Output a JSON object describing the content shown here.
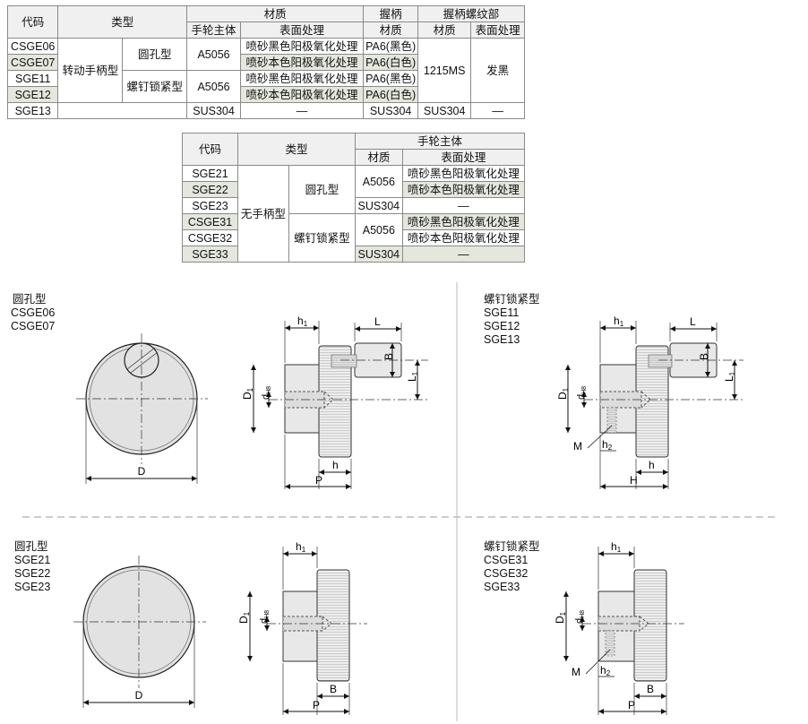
{
  "table1": {
    "hdr": {
      "code": "代码",
      "type": "类型",
      "material": "材质",
      "grip": "握柄",
      "knurl": "握柄螺纹部",
      "wheel_body": "手轮主体",
      "surface": "表面处理",
      "grip_mat": "材质",
      "knurl_mat": "材质",
      "knurl_surface": "表面处理"
    },
    "codes": [
      "CSGE06",
      "CSGE07",
      "SGE11",
      "SGE12",
      "SGE13"
    ],
    "handle_type": "转动手柄型",
    "type_round": "圆孔型",
    "type_screw": "螺钉锁紧型",
    "mat": [
      "A5056",
      "A5056",
      "SUS304"
    ],
    "surf": [
      "喷砂黑色阳极氧化处理",
      "喷砂本色阳极氧化处理",
      "喷砂黑色阳极氧化处理",
      "喷砂本色阳极氧化处理",
      "—"
    ],
    "grip_mat": [
      "PA6(黑色)",
      "PA6(白色)",
      "PA6(黑色)",
      "PA6(白色)",
      "SUS304"
    ],
    "knurl_mat": [
      "1215MS",
      "SUS304"
    ],
    "knurl_surf": [
      "发黑",
      "—"
    ]
  },
  "table2": {
    "hdr": {
      "code": "代码",
      "type": "类型",
      "wheel_body": "手轮主体",
      "mat": "材质",
      "surface": "表面处理"
    },
    "codes": [
      "SGE21",
      "SGE22",
      "SGE23",
      "CSGE31",
      "CSGE32",
      "SGE33"
    ],
    "no_handle": "无手柄型",
    "type_round": "圆孔型",
    "type_screw": "螺钉锁紧型",
    "mat": [
      "A5056",
      "SUS304",
      "A5056",
      "SUS304"
    ],
    "surf": [
      "喷砂黑色阳极氧化处理",
      "喷砂本色阳极氧化处理",
      "—",
      "喷砂黑色阳极氧化处理",
      "喷砂本色阳极氧化处理",
      "—"
    ]
  },
  "labels": {
    "tl": [
      "圆孔型",
      "CSGE06",
      "CSGE07"
    ],
    "tr": [
      "螺钉锁紧型",
      "SGE11",
      "SGE12",
      "SGE13"
    ],
    "bl": [
      "圆孔型",
      "SGE21",
      "SGE22",
      "SGE23"
    ],
    "br": [
      "螺钉锁紧型",
      "CSGE31",
      "CSGE32",
      "SGE33"
    ]
  },
  "dims": {
    "D": "D",
    "h1": "h",
    "h1_sub": "1",
    "L": "L",
    "B": "B",
    "L1": "L",
    "L1_sub": "1",
    "D1": "D",
    "D1_sub": "1",
    "d": "d",
    "d_sub": "H8",
    "h": "h",
    "P": "P",
    "H": "H",
    "M": "M",
    "h2": "h",
    "h2_sub": "2"
  }
}
